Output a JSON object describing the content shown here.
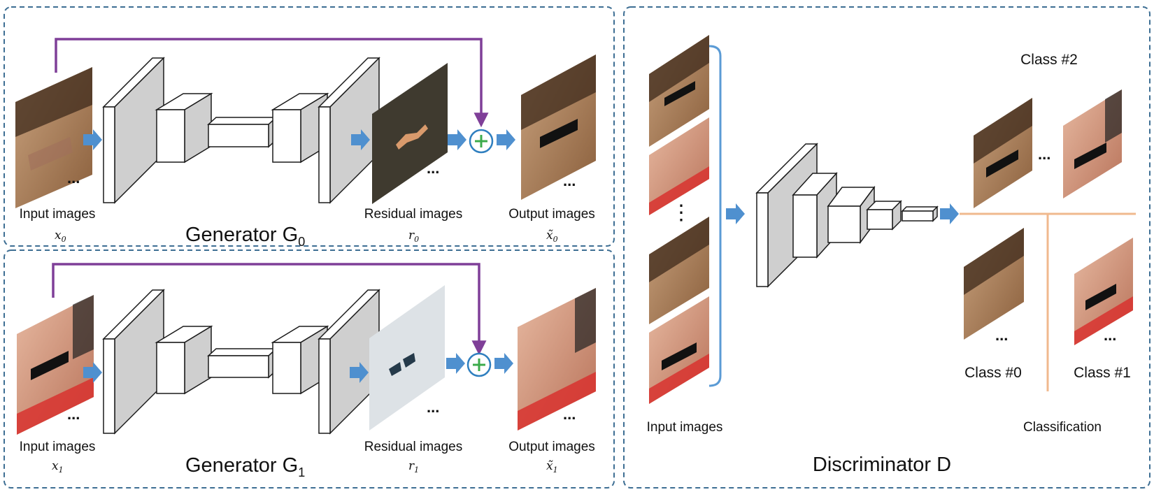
{
  "generator0": {
    "title": "Generator G",
    "title_sub": "0",
    "input_label": "Input images",
    "input_var": "x",
    "input_sub": "0",
    "residual_label": "Residual images",
    "residual_var": "r",
    "residual_sub": "0",
    "output_label": "Output images",
    "output_var": "x̃",
    "output_sub": "0",
    "ellipsis": "..."
  },
  "generator1": {
    "title": "Generator G",
    "title_sub": "1",
    "input_label": "Input images",
    "input_var": "x",
    "input_sub": "1",
    "residual_label": "Residual images",
    "residual_var": "r",
    "residual_sub": "1",
    "output_label": "Output images",
    "output_var": "x̃",
    "output_sub": "1",
    "ellipsis": "..."
  },
  "discriminator": {
    "title": "Discriminator D",
    "input_label": "Input images",
    "vertical_ellipsis": "⋮",
    "ellipsis": "...",
    "classification_label": "Classification",
    "class0": "Class #0",
    "class1": "Class #1",
    "class2": "Class #2"
  },
  "colors": {
    "panel_border": "#3d6e93",
    "skip_connection": "#7f3f98",
    "flow_arrow": "#4f90cf",
    "adder": "#2f7fbf",
    "adder_plus": "#3cab4b",
    "bracket": "#5b9bd5",
    "classification_tree": "#f0b98e",
    "layer_front": "#ffffff",
    "layer_side": "#cfcfcf"
  }
}
